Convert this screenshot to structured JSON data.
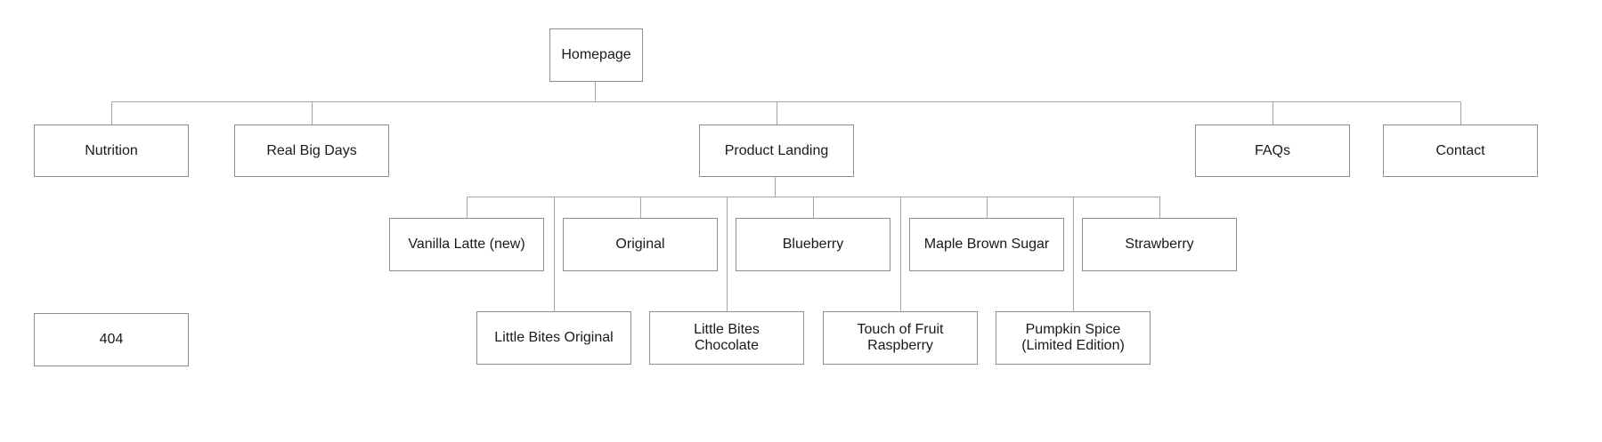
{
  "sitemap": {
    "root": {
      "label": "Homepage"
    },
    "sections": [
      {
        "id": "nutrition",
        "label": "Nutrition"
      },
      {
        "id": "real-big-days",
        "label": "Real Big Days"
      },
      {
        "id": "product-landing",
        "label": "Product Landing"
      },
      {
        "id": "faqs",
        "label": "FAQs"
      },
      {
        "id": "contact",
        "label": "Contact"
      }
    ],
    "products_row_1": [
      {
        "id": "vanilla-latte",
        "label": "Vanilla Latte (new)"
      },
      {
        "id": "original",
        "label": "Original"
      },
      {
        "id": "blueberry",
        "label": "Blueberry"
      },
      {
        "id": "maple-brown-sugar",
        "label": "Maple Brown Sugar"
      },
      {
        "id": "strawberry",
        "label": "Strawberry"
      }
    ],
    "products_row_2": [
      {
        "id": "little-bites-original",
        "label": "Little Bites Original"
      },
      {
        "id": "little-bites-chocolate",
        "label": "Little Bites\nChocolate"
      },
      {
        "id": "touch-of-fruit-raspberry",
        "label": "Touch of Fruit\nRaspberry"
      },
      {
        "id": "pumpkin-spice",
        "label": "Pumpkin Spice\n(Limited Edition)"
      }
    ],
    "orphan": {
      "label": "404"
    }
  },
  "colors": {
    "line": "#a6a6a6",
    "border": "#8c8c8c",
    "text": "#1a1a1a"
  }
}
